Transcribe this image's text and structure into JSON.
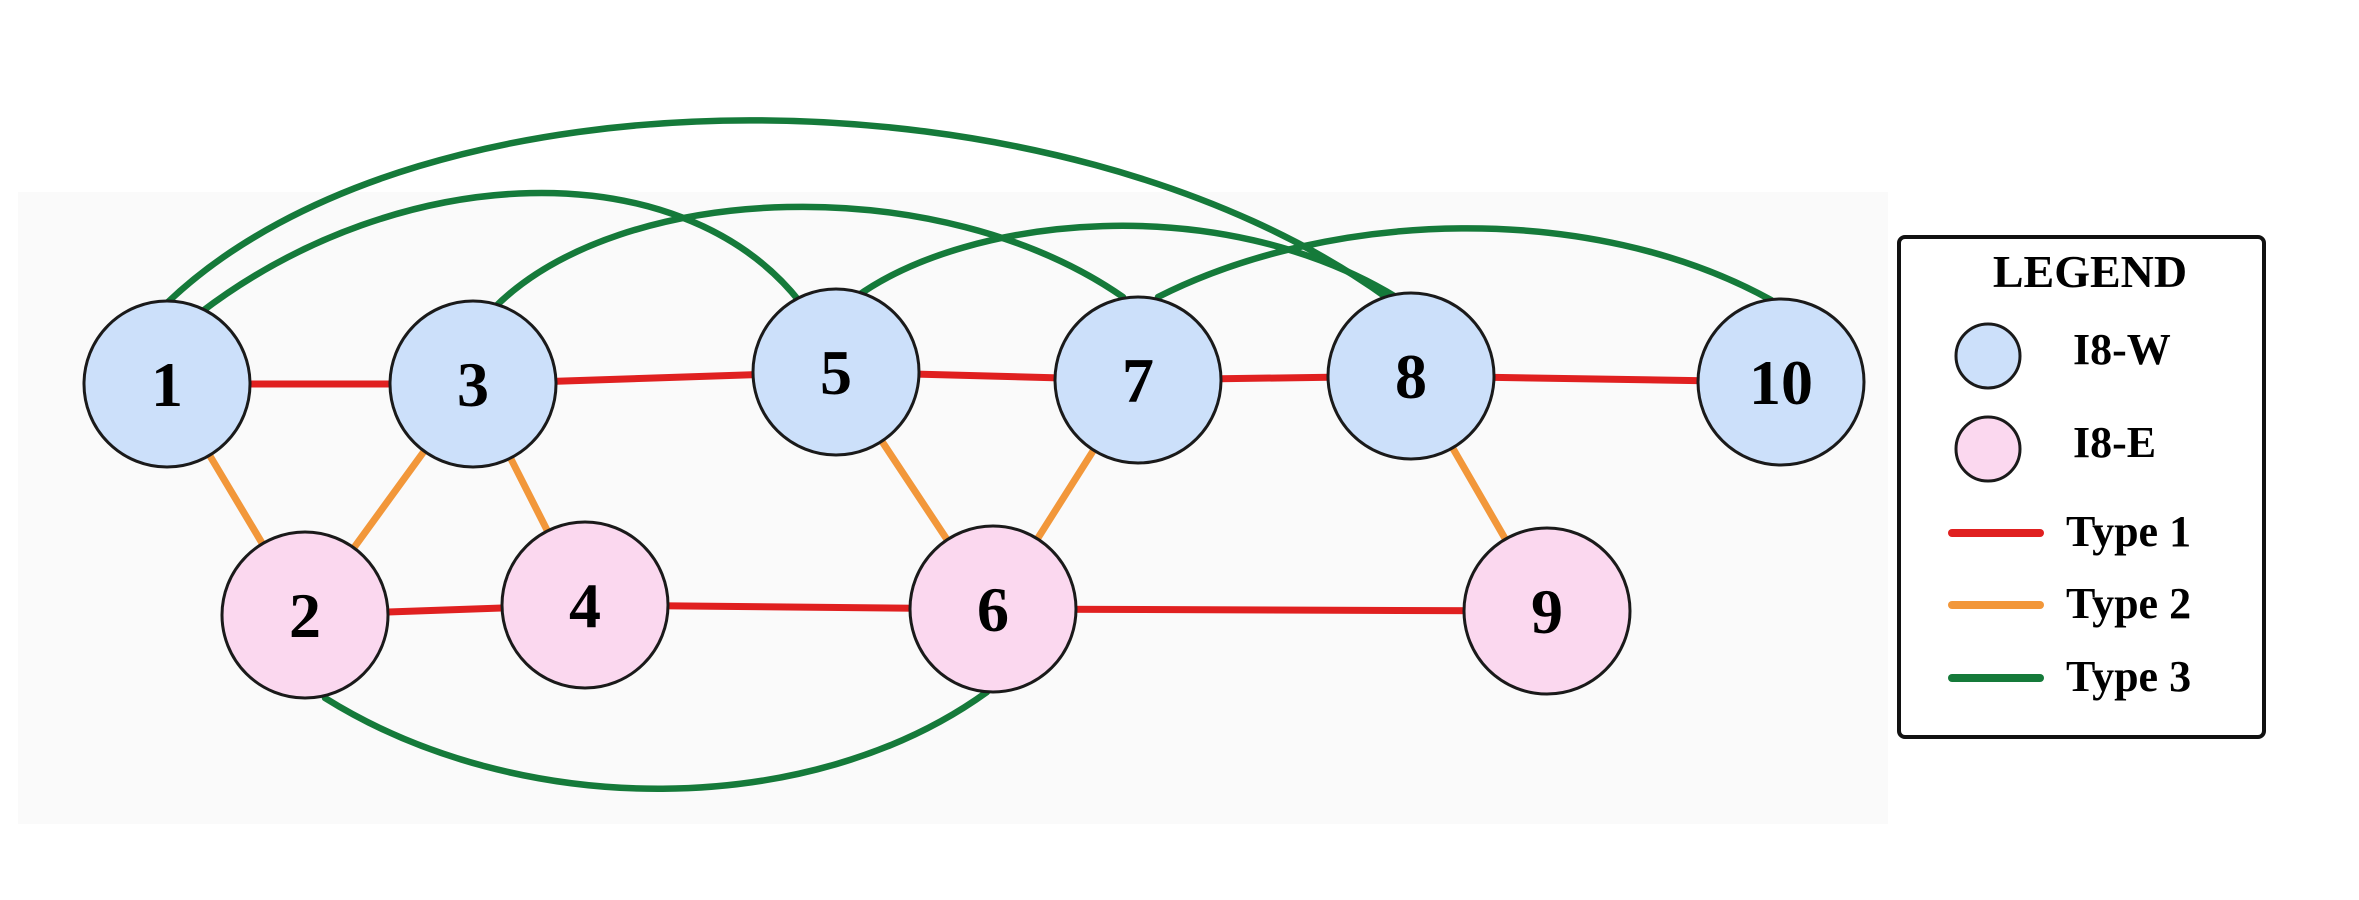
{
  "colors": {
    "background_band": "#fafafa",
    "west": "#cce0fa",
    "east": "#fbd8ef",
    "type1": "#e02020",
    "type2": "#f2973a",
    "type3": "#157a3a",
    "stroke": "#1a1a1a"
  },
  "nodes": [
    {
      "id": "1",
      "group": "I8-W"
    },
    {
      "id": "3",
      "group": "I8-W"
    },
    {
      "id": "5",
      "group": "I8-W"
    },
    {
      "id": "7",
      "group": "I8-W"
    },
    {
      "id": "8",
      "group": "I8-W"
    },
    {
      "id": "10",
      "group": "I8-W"
    },
    {
      "id": "2",
      "group": "I8-E"
    },
    {
      "id": "4",
      "group": "I8-E"
    },
    {
      "id": "6",
      "group": "I8-E"
    },
    {
      "id": "9",
      "group": "I8-E"
    }
  ],
  "edges": [
    {
      "from": "1",
      "to": "3",
      "type": "Type 1"
    },
    {
      "from": "3",
      "to": "5",
      "type": "Type 1"
    },
    {
      "from": "5",
      "to": "7",
      "type": "Type 1"
    },
    {
      "from": "7",
      "to": "8",
      "type": "Type 1"
    },
    {
      "from": "8",
      "to": "10",
      "type": "Type 1"
    },
    {
      "from": "2",
      "to": "4",
      "type": "Type 1"
    },
    {
      "from": "4",
      "to": "6",
      "type": "Type 1"
    },
    {
      "from": "6",
      "to": "9",
      "type": "Type 1"
    },
    {
      "from": "1",
      "to": "2",
      "type": "Type 2"
    },
    {
      "from": "3",
      "to": "2",
      "type": "Type 2"
    },
    {
      "from": "3",
      "to": "4",
      "type": "Type 2"
    },
    {
      "from": "5",
      "to": "6",
      "type": "Type 2"
    },
    {
      "from": "7",
      "to": "6",
      "type": "Type 2"
    },
    {
      "from": "8",
      "to": "9",
      "type": "Type 2"
    },
    {
      "from": "1",
      "to": "8",
      "type": "Type 3"
    },
    {
      "from": "1",
      "to": "5",
      "type": "Type 3"
    },
    {
      "from": "3",
      "to": "7",
      "type": "Type 3"
    },
    {
      "from": "5",
      "to": "8",
      "type": "Type 3"
    },
    {
      "from": "7",
      "to": "10",
      "type": "Type 3"
    },
    {
      "from": "2",
      "to": "6",
      "type": "Type 3"
    }
  ],
  "legend": {
    "title": "LEGEND",
    "items": [
      {
        "label": "I8-W",
        "kind": "node",
        "color_key": "west"
      },
      {
        "label": "I8-E",
        "kind": "node",
        "color_key": "east"
      },
      {
        "label": "Type 1",
        "kind": "line",
        "color_key": "type1"
      },
      {
        "label": "Type 2",
        "kind": "line",
        "color_key": "type2"
      },
      {
        "label": "Type 3",
        "kind": "line",
        "color_key": "type3"
      }
    ]
  }
}
